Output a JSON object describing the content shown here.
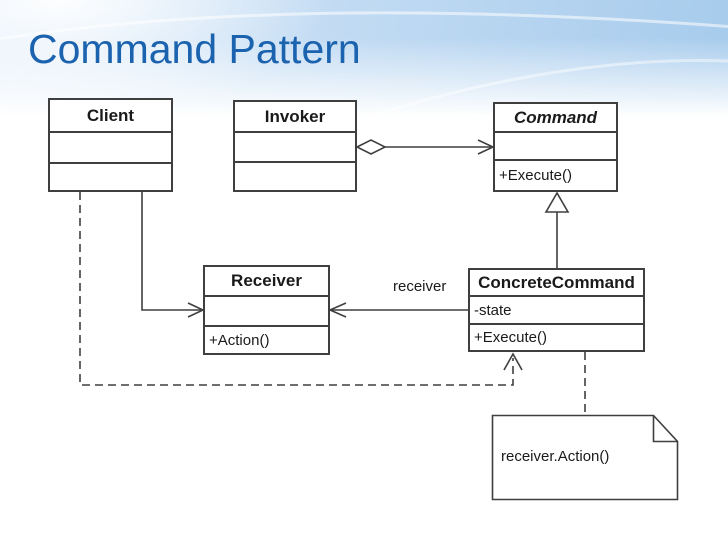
{
  "slide": {
    "title": "Command Pattern"
  },
  "theme": {
    "title_color": "#1c63af",
    "line_color": "#3f3f3f",
    "header_blue": "#a6cbec",
    "box_background": "#ffffff"
  },
  "diagram": {
    "type": "uml-class-diagram",
    "pattern_name": "Command",
    "classes": {
      "client": {
        "name": "Client",
        "attributes": "",
        "methods": ""
      },
      "invoker": {
        "name": "Invoker",
        "attributes": "",
        "methods": ""
      },
      "command": {
        "name": "Command",
        "is_interface": true,
        "attributes": "",
        "methods": "+Execute()"
      },
      "receiver": {
        "name": "Receiver",
        "attributes": "",
        "methods": "+Action()"
      },
      "concrete_command": {
        "name": "ConcreteCommand",
        "attributes": "-state",
        "methods": "+Execute()"
      }
    },
    "relationships": {
      "invoker_command": "aggregation",
      "concretecommand_command": "generalization",
      "concretecommand_receiver": "association",
      "client_receiver": "association",
      "client_concretecommand": "dashed dependency",
      "association_label": "receiver"
    },
    "note": {
      "text": "receiver.Action()"
    }
  }
}
